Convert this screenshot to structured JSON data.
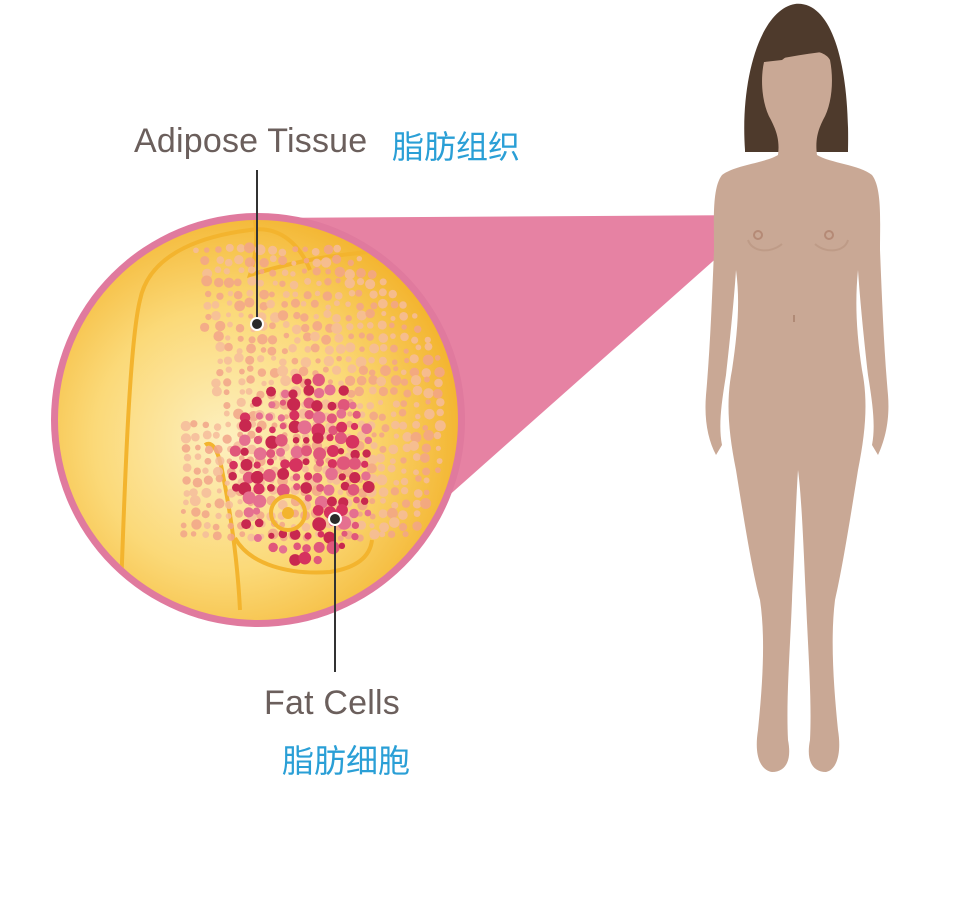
{
  "diagram": {
    "subject": "Breast anatomy: adipose tissue and fat cells",
    "labels": {
      "adipose_tissue": {
        "en": "Adipose Tissue",
        "cn": "脂肪组织"
      },
      "fat_cells": {
        "en": "Fat Cells",
        "cn": "脂肪细胞"
      }
    },
    "colors": {
      "label_english": "#6b5f5c",
      "label_chinese": "#2a9fd6",
      "magnifier_ring": "#e07a9e",
      "magnifier_fill": "#f5b733",
      "magnifier_inner_light": "#fde9a8",
      "adipose_cells": "#f2a58a",
      "fat_cells": "#d6325f",
      "zoom_cone": "#e0668f",
      "skin": "#c9a895",
      "hair": "#4e3a2c",
      "leader_line": "#333333"
    }
  }
}
